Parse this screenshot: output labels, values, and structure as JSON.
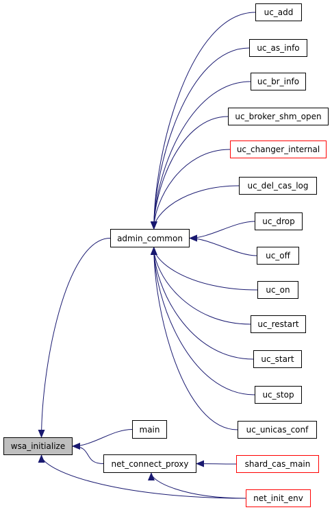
{
  "graph": {
    "root": "wsa_initialize",
    "nodes": {
      "uc_add": "uc_add",
      "uc_as_info": "uc_as_info",
      "uc_br_info": "uc_br_info",
      "uc_broker_shm_open": "uc_broker_shm_open",
      "uc_changer_internal": "uc_changer_internal",
      "uc_del_cas_log": "uc_del_cas_log",
      "uc_drop": "uc_drop",
      "uc_off": "uc_off",
      "uc_on": "uc_on",
      "uc_restart": "uc_restart",
      "uc_start": "uc_start",
      "uc_stop": "uc_stop",
      "uc_unicas_conf": "uc_unicas_conf",
      "admin_common": "admin_common",
      "main": "main",
      "net_connect_proxy": "net_connect_proxy",
      "shard_cas_main": "shard_cas_main",
      "net_init_env": "net_init_env",
      "wsa_initialize": "wsa_initialize"
    },
    "incomplete_nodes": [
      "uc_changer_internal",
      "shard_cas_main",
      "net_init_env"
    ],
    "edges": [
      [
        "uc_add",
        "admin_common"
      ],
      [
        "uc_as_info",
        "admin_common"
      ],
      [
        "uc_br_info",
        "admin_common"
      ],
      [
        "uc_broker_shm_open",
        "admin_common"
      ],
      [
        "uc_changer_internal",
        "admin_common"
      ],
      [
        "uc_del_cas_log",
        "admin_common"
      ],
      [
        "uc_drop",
        "admin_common"
      ],
      [
        "uc_off",
        "admin_common"
      ],
      [
        "uc_on",
        "admin_common"
      ],
      [
        "uc_restart",
        "admin_common"
      ],
      [
        "uc_start",
        "admin_common"
      ],
      [
        "uc_stop",
        "admin_common"
      ],
      [
        "uc_unicas_conf",
        "admin_common"
      ],
      [
        "admin_common",
        "wsa_initialize"
      ],
      [
        "main",
        "wsa_initialize"
      ],
      [
        "net_connect_proxy",
        "wsa_initialize"
      ],
      [
        "shard_cas_main",
        "net_connect_proxy"
      ],
      [
        "net_init_env",
        "net_connect_proxy"
      ],
      [
        "net_init_env",
        "wsa_initialize"
      ]
    ],
    "colors": {
      "edge": "#191970",
      "border": "#000000",
      "incomplete_border": "#ff0000",
      "root_fill": "#bfbfbf"
    }
  }
}
